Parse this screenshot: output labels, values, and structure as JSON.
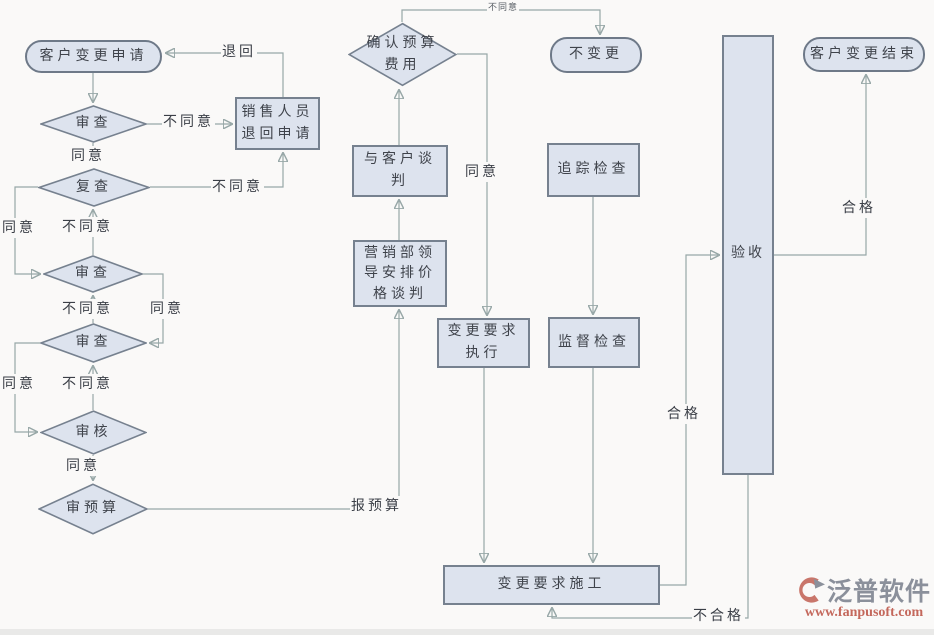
{
  "diagram": {
    "nodes": {
      "start": {
        "label": "客户变更申请"
      },
      "review1": {
        "label": "审查"
      },
      "sales_return": {
        "label": "销售人员\n退回申请"
      },
      "recheck": {
        "label": "复查"
      },
      "review2": {
        "label": "审查"
      },
      "review3": {
        "label": "审查"
      },
      "verify": {
        "label": "审核"
      },
      "budget_review": {
        "label": "审预算"
      },
      "confirm_budget": {
        "label": "确认预算\n费用"
      },
      "no_change": {
        "label": "不变更"
      },
      "negotiate": {
        "label": "与客户谈\n判"
      },
      "marketing": {
        "label": "营销部领\n导安排价\n格谈判"
      },
      "execute": {
        "label": "变更要求\n执行"
      },
      "tracking": {
        "label": "追踪检查"
      },
      "supervise": {
        "label": "监督检查"
      },
      "construction": {
        "label": "变更要求施工"
      },
      "acceptance": {
        "label": "验收"
      },
      "end": {
        "label": "客户变更结束"
      }
    },
    "edge_labels": {
      "return": "退回",
      "review1_disagree": "不同意",
      "review1_agree": "同意",
      "recheck_disagree": "不同意",
      "recheck_agree": "同意",
      "review2_disagree": "不同意",
      "review2_agree": "同意",
      "review3_disagree": "不同意",
      "review3_agree": "同意",
      "verify_disagree": "不同意",
      "verify_agree": "同意",
      "report_budget": "报预算",
      "confirm_disagree": "不同意",
      "confirm_agree": "同意",
      "pass_mid": "合格",
      "pass_right": "合格",
      "fail": "不合格"
    },
    "colors": {
      "node_fill": "#dde3ee",
      "node_border": "#76818f",
      "line": "#97a7a7",
      "arrow": "#33689c",
      "background": "#faf9f8"
    }
  },
  "watermark": {
    "brand": "泛普软件",
    "url": "www.fanpusoft.com",
    "brand_color": "#8b909b",
    "url_color": "#c4685c"
  }
}
